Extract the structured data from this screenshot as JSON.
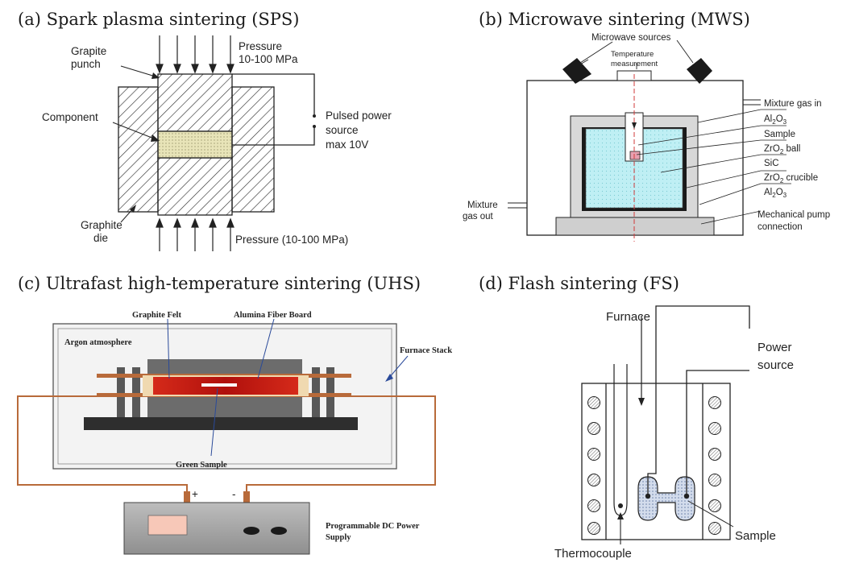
{
  "panels": {
    "a": {
      "title": "(a)  Spark plasma sintering (SPS)",
      "labels": {
        "punch_1": "Grapite",
        "punch_2": "punch",
        "pressure_top_1": "Pressure",
        "pressure_top_2": "10-100 MPa",
        "component": "Component",
        "power_1": "Pulsed power",
        "power_2": "source",
        "power_3": "max 10V",
        "die_1": "Graphite",
        "die_2": "die",
        "pressure_bottom": "Pressure (10-100 MPa)"
      }
    },
    "b": {
      "title": "(b)  Microwave sintering (MWS)",
      "labels": {
        "sources": "Microwave sources",
        "temp_1": "Temperature",
        "temp_2": "measurement",
        "gas_in": "Mixture gas in",
        "al2o3_top": "Al",
        "sample": "Sample",
        "zro2_ball": "ZrO",
        "zro2_ball_suffix": " ball",
        "sic": "SiC",
        "zro2_crucible": "ZrO",
        "zro2_crucible_suffix": " crucible",
        "al2o3_bottom": "Al",
        "gas_out_1": "Mixture",
        "gas_out_2": "gas out",
        "pump_1": "Mechanical pump",
        "pump_2": "connection"
      }
    },
    "c": {
      "title": "(c)  Ultrafast high-temperature sintering (UHS)",
      "labels": {
        "felt": "Graphite Felt",
        "board": "Alumina Fiber Board",
        "argon": "Argon atmosphere",
        "stack": "Furnace Stack",
        "green": "Green Sample",
        "plus": "+",
        "minus": "-",
        "dc_1": "Programmable DC Power",
        "dc_2": "Supply"
      }
    },
    "d": {
      "title": "(d)  Flash sintering (FS)",
      "labels": {
        "furnace": "Furnace",
        "power_1": "Power",
        "power_2": "source",
        "sample": "Sample",
        "thermo": "Thermocouple"
      }
    }
  },
  "colors": {
    "sample_fill": "#e8e4b8",
    "crucible_water": "#bfeff4",
    "heater_red": "#cc1a12",
    "copper": "#b86a3a",
    "dc_display": "#f7c8b8"
  }
}
